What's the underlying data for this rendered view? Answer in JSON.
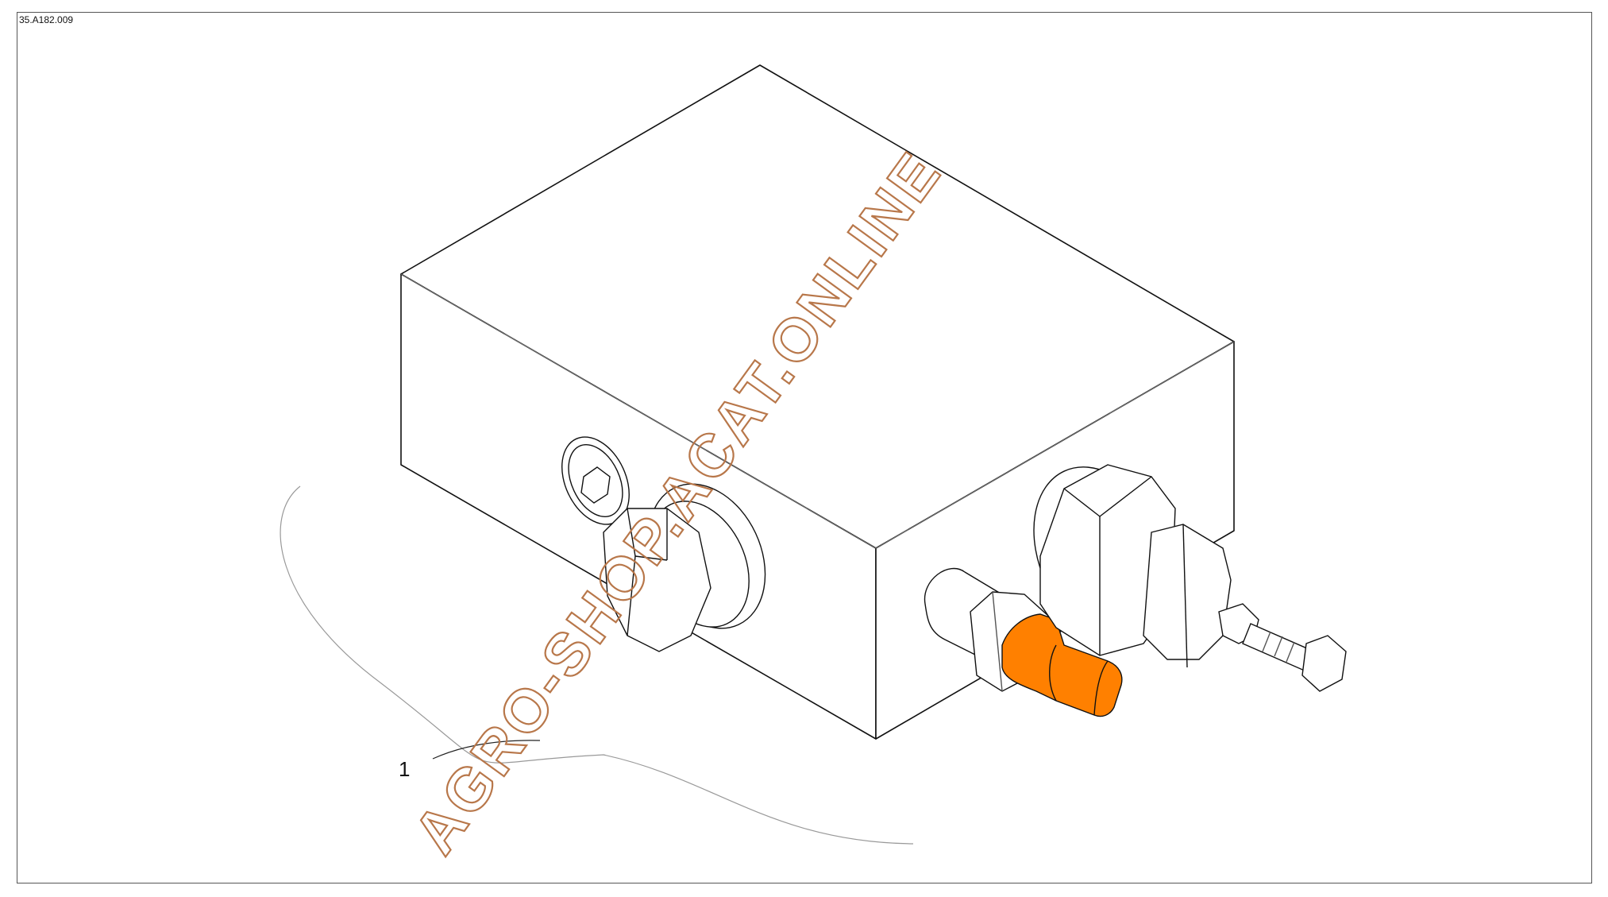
{
  "drawing": {
    "reference_code": "35.A182.009",
    "callouts": [
      {
        "number": "1"
      }
    ],
    "highlight_color": "#ff8000",
    "line_color": "#111111"
  },
  "watermark": {
    "text": "AGRO-SHOP.ACAT.ONLINE",
    "color": "#b8774a"
  }
}
